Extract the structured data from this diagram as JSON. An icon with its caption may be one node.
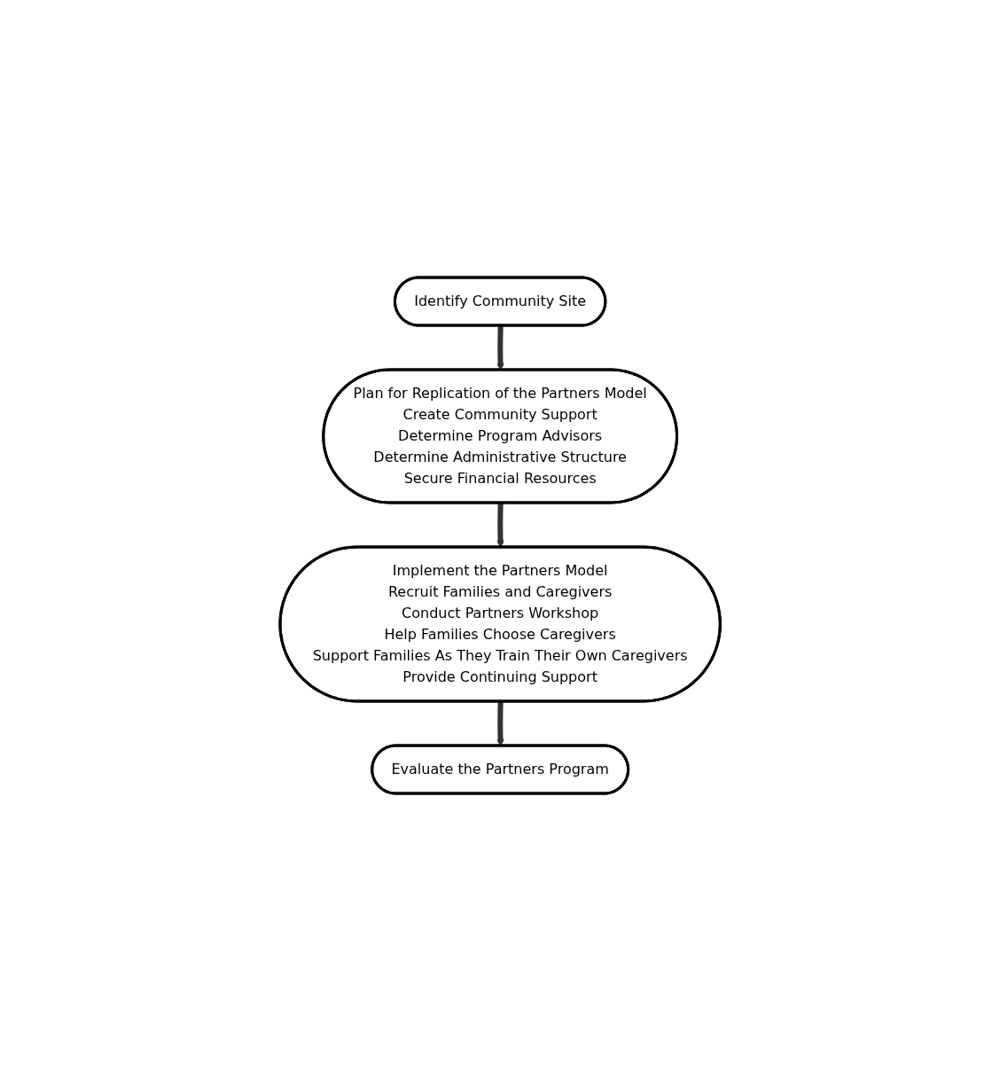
{
  "diagram": {
    "nodes": [
      {
        "text": [
          "Identify Community Site"
        ]
      },
      {
        "text": [
          "Plan for Replication of the Partners Model",
          "Create Community Support",
          "Determine Program Advisors",
          "Determine Administrative Structure",
          "Secure Financial Resources"
        ]
      },
      {
        "text": [
          "Implement the Partners Model",
          "Recruit Families and Caregivers",
          "Conduct Partners Workshop",
          "Help Families Choose Caregivers",
          "Support Families As They Train Their Own Caregivers",
          "Provide Continuing Support"
        ]
      },
      {
        "text": [
          "Evaluate the Partners Program"
        ]
      }
    ],
    "edges": [
      {
        "from": 0,
        "to": 1,
        "arrow": "to"
      },
      {
        "from": 1,
        "to": 2,
        "arrow": "to"
      },
      {
        "from": 2,
        "to": 3,
        "arrow": "to"
      }
    ]
  }
}
